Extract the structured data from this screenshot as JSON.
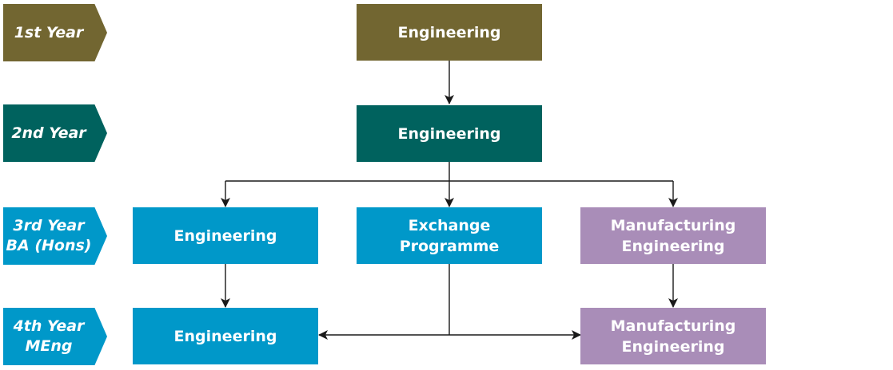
{
  "colors": {
    "year1": "#726631",
    "year2": "#00625e",
    "blue": "#0098c9",
    "purple": "#a98db8",
    "line": "#1a1a1a"
  },
  "years": [
    {
      "label": "1st Year"
    },
    {
      "label": "2nd Year"
    },
    {
      "label": "3rd Year\nBA (Hons)"
    },
    {
      "label": "4th Year\nMEng"
    }
  ],
  "boxes": {
    "year1_engineering": "Engineering",
    "year2_engineering": "Engineering",
    "year3_engineering": "Engineering",
    "year3_exchange": "Exchange\nProgramme",
    "year3_manufacturing": "Manufacturing\nEngineering",
    "year4_engineering": "Engineering",
    "year4_manufacturing": "Manufacturing\nEngineering"
  }
}
